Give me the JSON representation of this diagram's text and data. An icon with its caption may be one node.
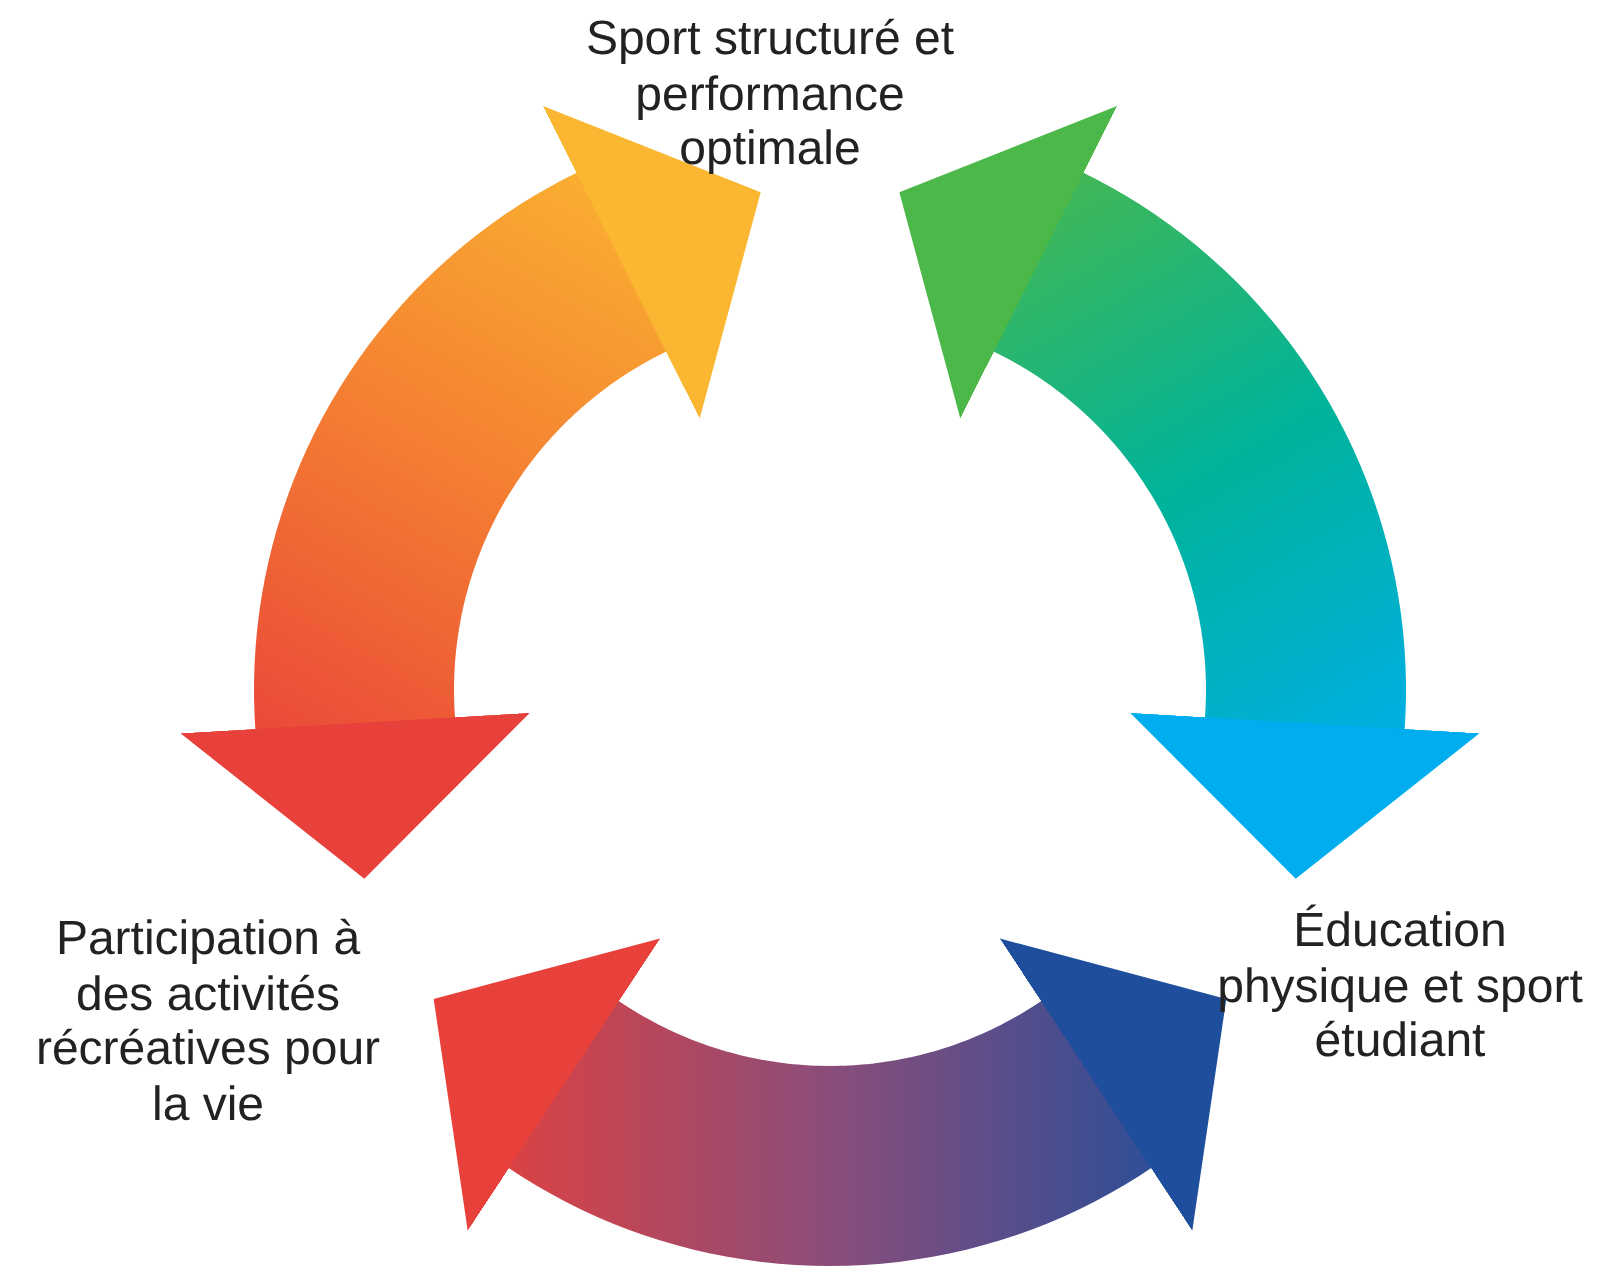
{
  "diagram": {
    "nodes": [
      {
        "text": [
          "Sport structuré et performance optimale"
        ]
      },
      {
        "text": [
          "Participation à des activités récréatives pour la vie"
        ]
      },
      {
        "text": [
          "Éducation physique et sport étudiant"
        ]
      }
    ],
    "edges": [
      {
        "from": 0,
        "to": 1,
        "arrow": "both"
      },
      {
        "from": 0,
        "to": 2,
        "arrow": "both"
      },
      {
        "from": 1,
        "to": 2,
        "arrow": "both"
      }
    ]
  }
}
